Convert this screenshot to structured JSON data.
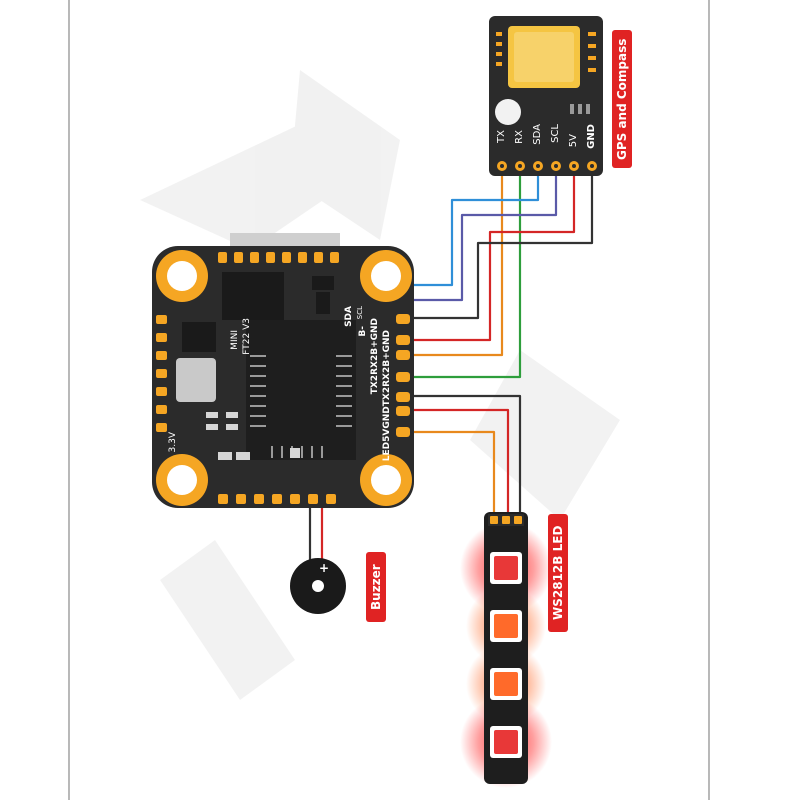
{
  "gps_module": {
    "label": "GPS and Compass",
    "pins": [
      "TX",
      "RX",
      "SDA",
      "SCL",
      "5V",
      "GND"
    ]
  },
  "flight_controller": {
    "model": "MINI",
    "version": "FT22 V3",
    "voltage_label": "3.3V",
    "i2c_pins": [
      "SDA",
      "SCL"
    ],
    "pad_row_1": "B-",
    "pad_row_2": "TX2RX2B+GND",
    "pad_row_3": "LED5VGNDTX2RX2B+GND"
  },
  "buzzer": {
    "label": "Buzzer",
    "polarity_symbol": "+"
  },
  "led_strip": {
    "label": "WS2812B LED",
    "led_count": 4
  },
  "colors": {
    "accent_red": "#e02323",
    "board": "#2b2b2b",
    "pad_gold": "#f5a623",
    "wire_tx": "#e8891d",
    "wire_rx": "#2e9e3c",
    "wire_sda": "#2f8fd8",
    "wire_scl": "#5a5aa8",
    "wire_5v": "#d42626",
    "wire_gnd": "#333333"
  }
}
